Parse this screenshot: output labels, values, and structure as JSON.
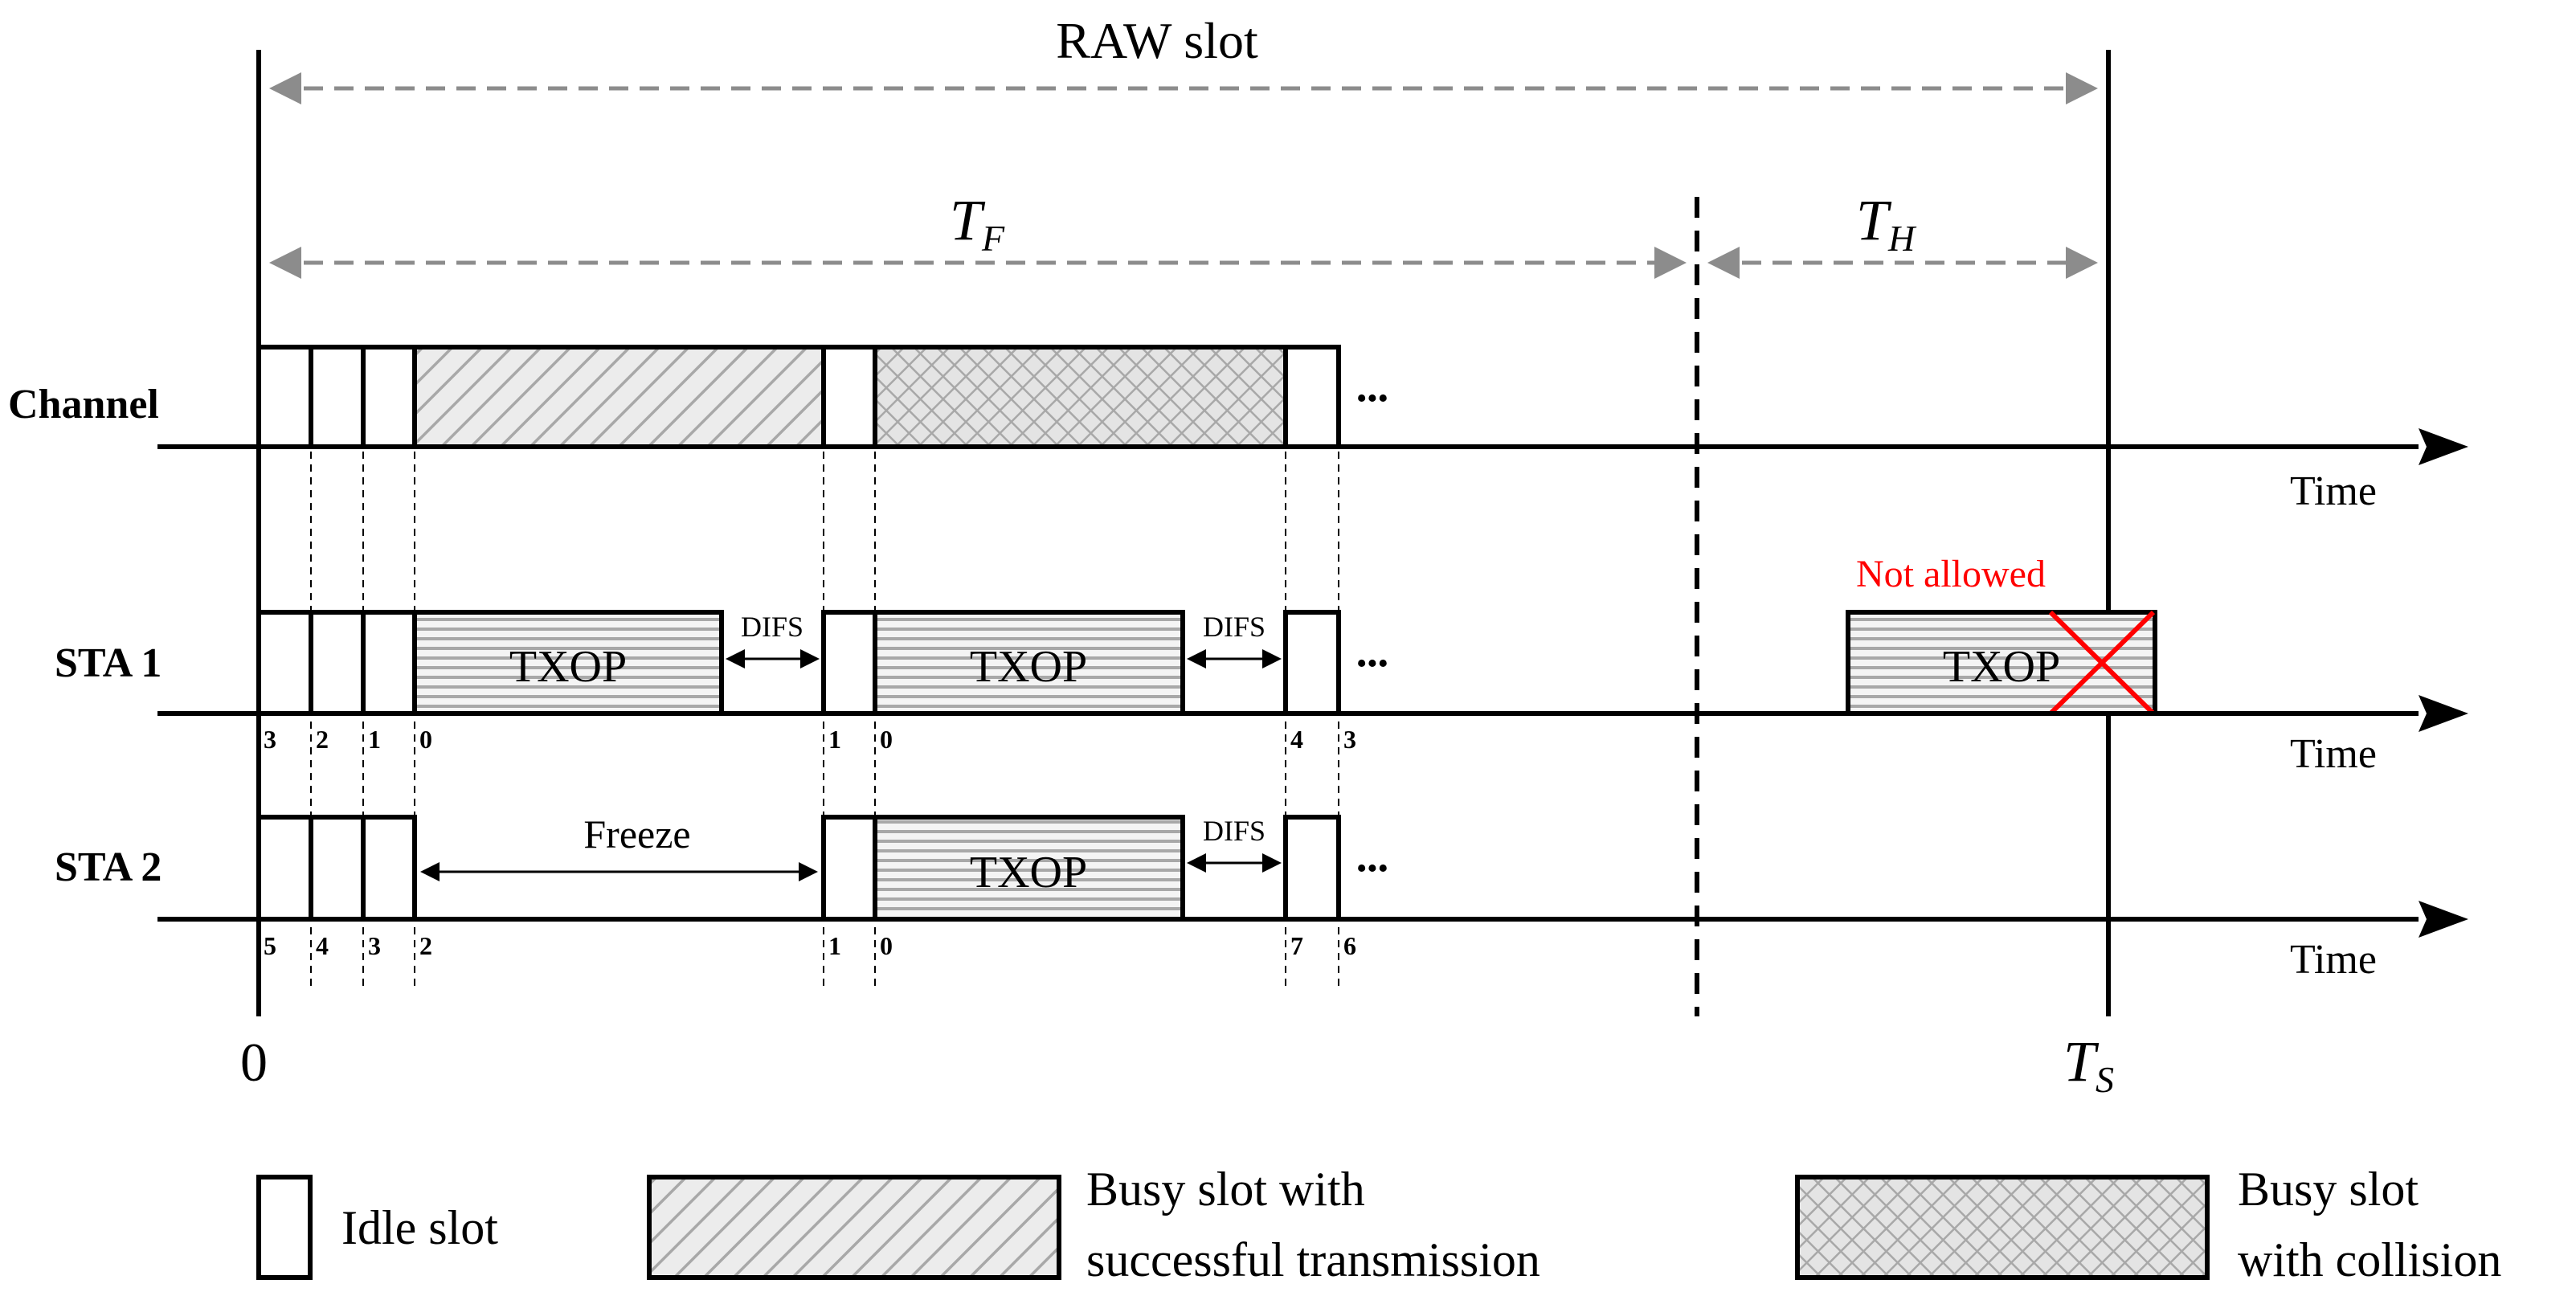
{
  "labels": {
    "raw_slot": "RAW slot",
    "tf_main": "T",
    "tf_sub": "F",
    "th_main": "T",
    "th_sub": "H",
    "ts_main": "T",
    "ts_sub": "S",
    "zero": "0",
    "channel": "Channel",
    "sta1": "STA 1",
    "sta2": "STA 2",
    "time": "Time",
    "txop": "TXOP",
    "difs": "DIFS",
    "freeze": "Freeze",
    "not_allowed": "Not allowed",
    "ellipsis": "•••"
  },
  "sta1_counters": [
    "3",
    "2",
    "1",
    "0",
    "1",
    "0",
    "4",
    "3"
  ],
  "sta2_counters": [
    "5",
    "4",
    "3",
    "2",
    "1",
    "0",
    "7",
    "6"
  ],
  "legend": {
    "idle": "Idle slot",
    "success_line1": "Busy slot with",
    "success_line2": "successful transmission",
    "collision_line1": "Busy slot",
    "collision_line2": "with collision"
  },
  "colors": {
    "line": "#000000",
    "dashed_arrow": "#8c8c8c",
    "hatch": "#a8a8a8",
    "not_allowed": "#ff0000"
  }
}
